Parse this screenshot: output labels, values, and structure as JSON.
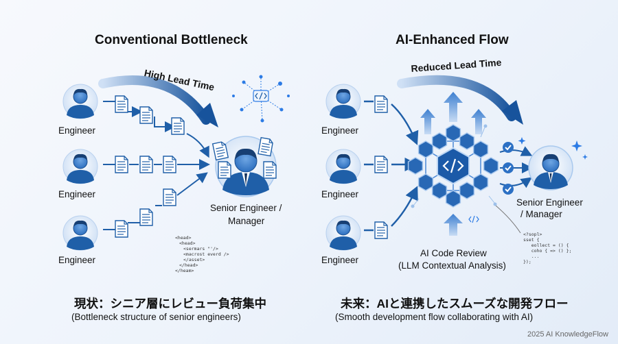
{
  "left": {
    "title": "Conventional Bottleneck",
    "arrow_label": "High Lead Time",
    "engineers": [
      "Engineer",
      "Engineer",
      "Engineer"
    ],
    "senior_label_1": "Senior Engineer /",
    "senior_label_2": "Manager",
    "code_lines": [
      "<head>",
      "<head>",
      "<sermars \"'/>",
      "<macrost everd />",
      "</asset>",
      "</head>",
      "</heam>"
    ],
    "jp_caption": "現状：シニア層にレビュー負荷集中",
    "en_caption": "(Bottleneck structure of senior engineers)"
  },
  "right": {
    "title": "AI-Enhanced Flow",
    "arrow_label": "Reduced Lead Time",
    "engineers": [
      "Engineer",
      "Engineer",
      "Engineer"
    ],
    "senior_label_1": "Senior Engineer",
    "senior_label_2": "/ Manager",
    "ai_label_1": "AI Code Review",
    "ai_label_2": "(LLM Contextual Analysis)",
    "code_lines": [
      "<?sopl>",
      "sset {",
      "   eollect = () {",
      "   coho { => () };",
      "   ...",
      "});"
    ],
    "jp_caption": "未来：AIと連携したスムーズな開発フロー",
    "en_caption": "(Smooth development flow collaborating with AI)"
  },
  "footer": "2025 AI KnowledgeFlow",
  "colors": {
    "primary": "#1f5fa8",
    "light": "#a9c9ee",
    "accent": "#2c7be5"
  }
}
